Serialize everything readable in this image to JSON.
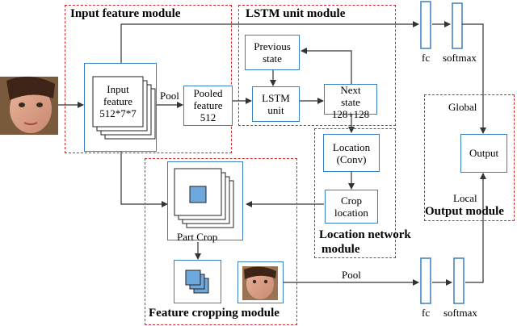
{
  "colors": {
    "box_border": "#3a7fbf",
    "module_border": "#d12a2a",
    "arrow": "#333333",
    "crop_square": "#6fa8dc"
  },
  "modules": {
    "input_feature": "Input feature module",
    "lstm_unit": "LSTM unit module",
    "location_network_line1": "Location network",
    "location_network_line2": "module",
    "feature_cropping": "Feature cropping module",
    "output": "Output module"
  },
  "boxes": {
    "input_feature_line1": "Input",
    "input_feature_line2": "feature",
    "input_feature_line3": "512*7*7",
    "pooled_feature_line1": "Pooled",
    "pooled_feature_line2": "feature",
    "pooled_feature_line3": "512",
    "previous_state_line1": "Previous",
    "previous_state_line2": "state",
    "lstm_unit_line1": "LSTM",
    "lstm_unit_line2": "unit",
    "next_state_line1": "Next",
    "next_state_line2": "state",
    "next_state_line3": "128+128",
    "location_conv_line1": "Location",
    "location_conv_line2": "(Conv)",
    "crop_location_line1": "Crop",
    "crop_location_line2": "location",
    "output_box": "Output"
  },
  "labels": {
    "pool_top": "Pool",
    "pool_bottom": "Pool",
    "part_crop": "Part Crop",
    "global": "Global",
    "local": "Local",
    "fc_top": "fc",
    "softmax_top": "softmax",
    "fc_bottom": "fc",
    "softmax_bottom": "softmax"
  }
}
